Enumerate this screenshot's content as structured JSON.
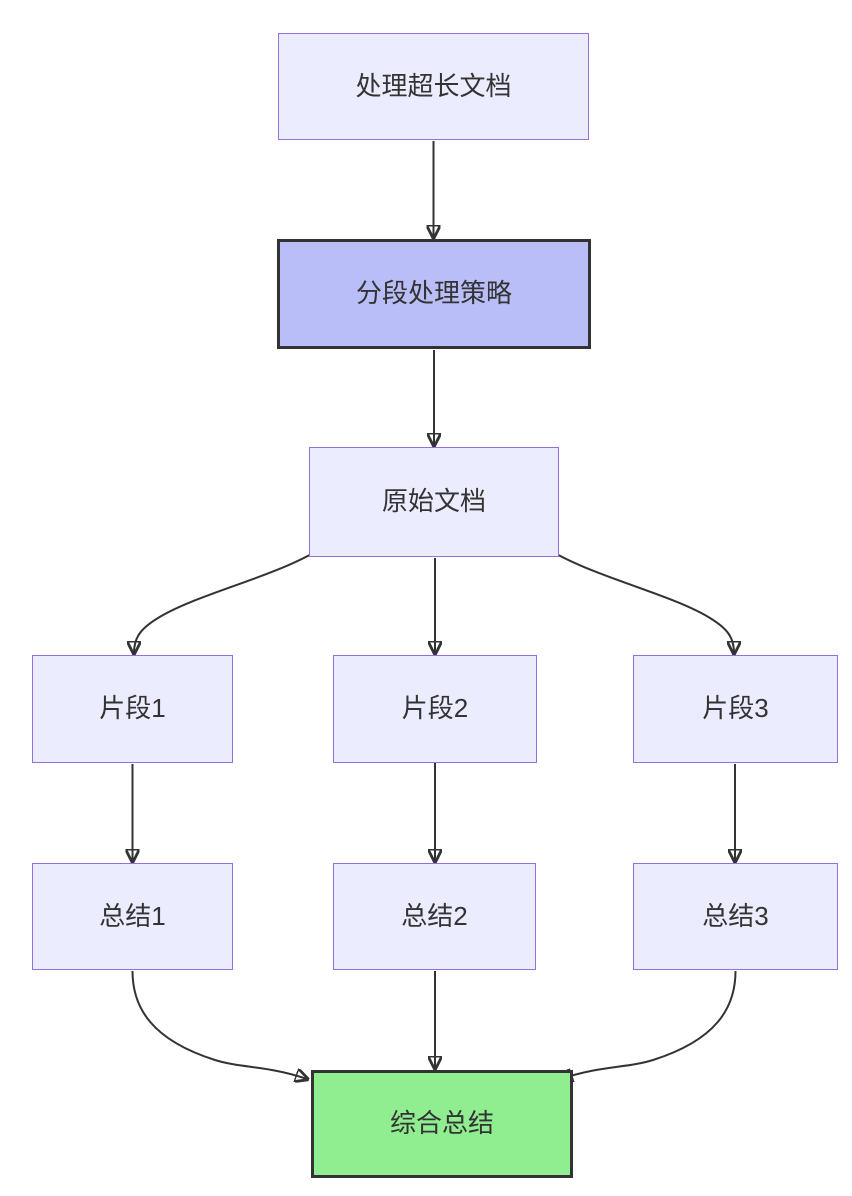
{
  "diagram": {
    "type": "flowchart",
    "direction": "top-down",
    "colors": {
      "node_fill": "#ECECFF",
      "node_border": "#9370DB",
      "emphasis_fill": "#b9bdf8",
      "emphasis_border": "#333333",
      "result_fill": "#90EE90",
      "result_border": "#333333",
      "edge_color": "#333333",
      "text_color": "#333333",
      "background": "#ffffff"
    },
    "nodes": [
      {
        "id": "A",
        "label": "处理超长文档",
        "style": "default"
      },
      {
        "id": "B",
        "label": "分段处理策略",
        "style": "emphasis"
      },
      {
        "id": "C",
        "label": "原始文档",
        "style": "default"
      },
      {
        "id": "D1",
        "label": "片段1",
        "style": "default"
      },
      {
        "id": "D2",
        "label": "片段2",
        "style": "default"
      },
      {
        "id": "D3",
        "label": "片段3",
        "style": "default"
      },
      {
        "id": "E1",
        "label": "总结1",
        "style": "default"
      },
      {
        "id": "E2",
        "label": "总结2",
        "style": "default"
      },
      {
        "id": "E3",
        "label": "总结3",
        "style": "default"
      },
      {
        "id": "F",
        "label": "综合总结",
        "style": "result"
      }
    ],
    "edges": [
      {
        "from": "A",
        "to": "B"
      },
      {
        "from": "B",
        "to": "C"
      },
      {
        "from": "C",
        "to": "D1"
      },
      {
        "from": "C",
        "to": "D2"
      },
      {
        "from": "C",
        "to": "D3"
      },
      {
        "from": "D1",
        "to": "E1"
      },
      {
        "from": "D2",
        "to": "E2"
      },
      {
        "from": "D3",
        "to": "E3"
      },
      {
        "from": "E1",
        "to": "F"
      },
      {
        "from": "E2",
        "to": "F"
      },
      {
        "from": "E3",
        "to": "F"
      }
    ]
  }
}
